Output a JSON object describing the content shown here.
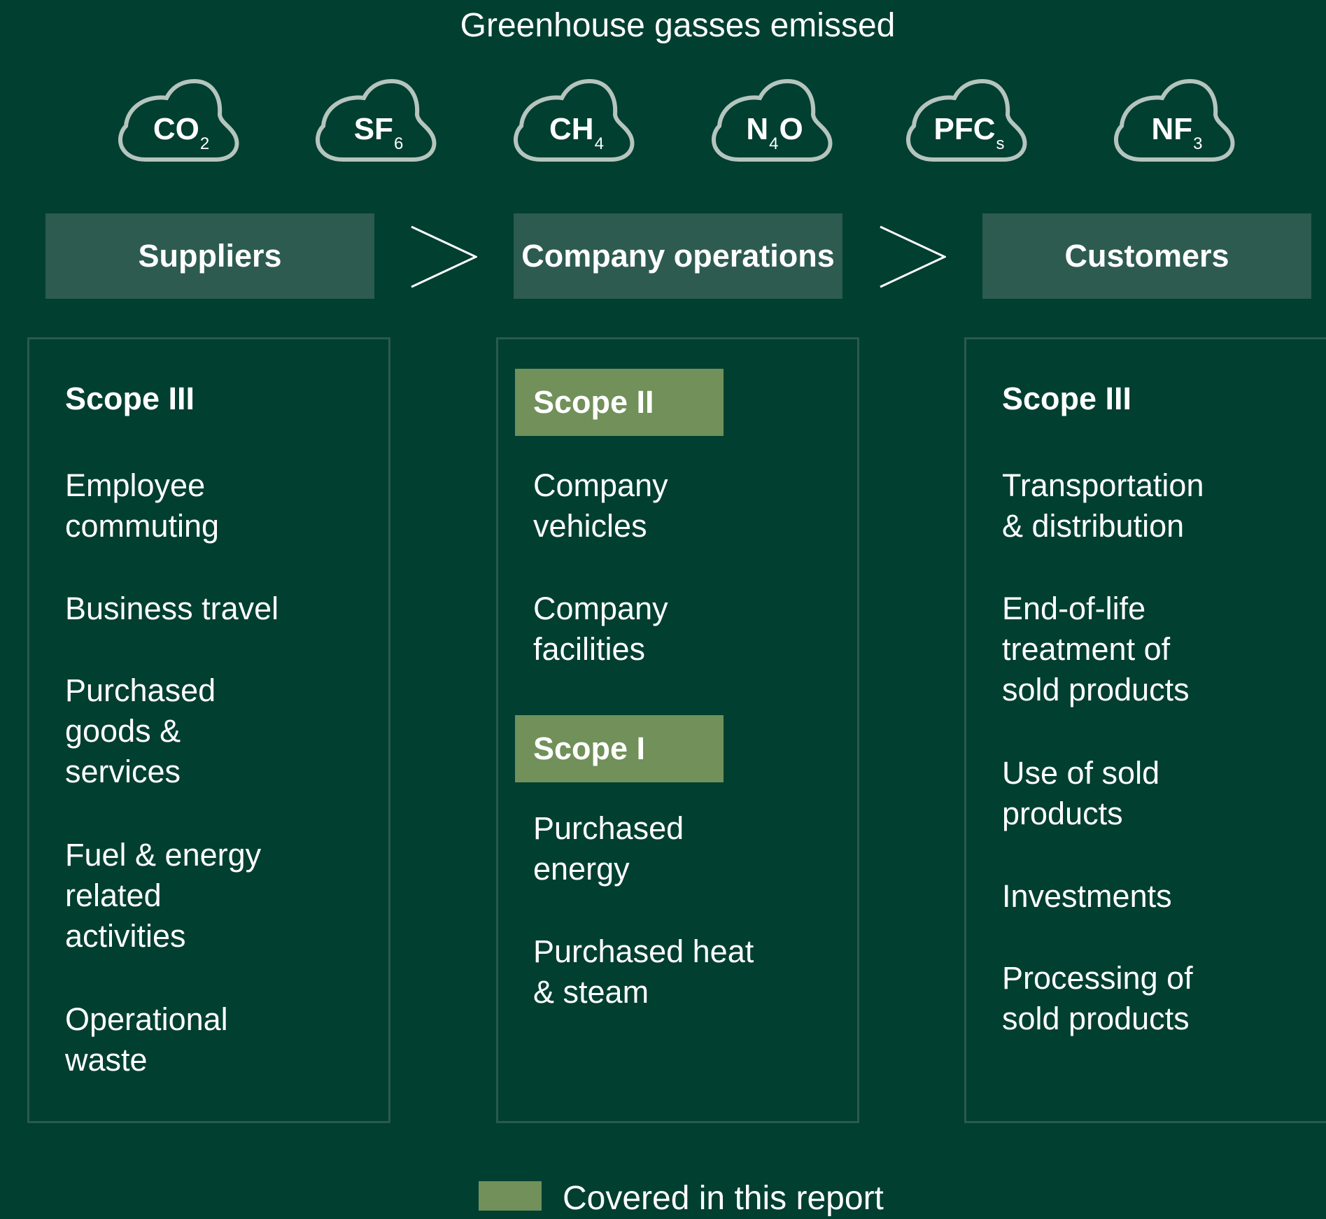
{
  "title": "Greenhouse gasses emissed",
  "gases": [
    {
      "main": "CO",
      "sub": "2"
    },
    {
      "main": "SF",
      "sub": "6"
    },
    {
      "main": "CH",
      "sub": "4"
    },
    {
      "main": "N",
      "mid": "4",
      "tail": "O"
    },
    {
      "main": "PFC",
      "sub": "s"
    },
    {
      "main": "NF",
      "sub": "3"
    }
  ],
  "stages": [
    "Suppliers",
    "Company operations",
    "Customers"
  ],
  "panels": {
    "suppliers": {
      "scope": "Scope III",
      "items": [
        "Employee\ncommuting",
        "Business travel",
        "Purchased\ngoods &\nservices",
        "Fuel & energy\nrelated\nactivities",
        "Operational\nwaste"
      ]
    },
    "operations": {
      "scope2": "Scope II",
      "scope2_items": [
        "Company\nvehicles",
        "Company\nfacilities"
      ],
      "scope1": "Scope I",
      "scope1_items": [
        "Purchased\nenergy",
        "Purchased heat\n& steam"
      ]
    },
    "customers": {
      "scope": "Scope III",
      "items": [
        "Transportation\n& distribution",
        "End-of-life\ntreatment of\nsold products",
        "Use of sold\nproducts",
        "Investments",
        "Processing of\nsold products"
      ]
    }
  },
  "legend": {
    "label": "Covered in this report",
    "color": "#71905a"
  },
  "colors": {
    "background": "#013f31",
    "stage_box": "#2d5b50",
    "highlight": "#71905a",
    "cloud_outline": "#b5c5be"
  }
}
